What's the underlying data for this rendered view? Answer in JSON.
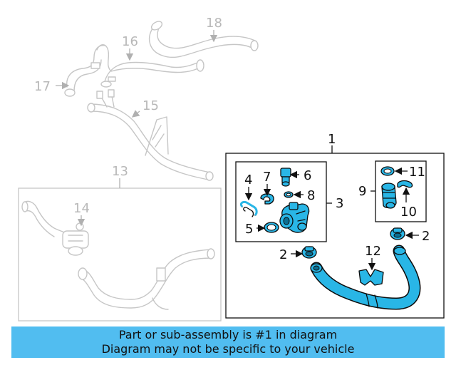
{
  "callouts": {
    "c1": "1",
    "c2a": "2",
    "c2b": "2",
    "c3": "3",
    "c4": "4",
    "c5": "5",
    "c6": "6",
    "c7": "7",
    "c8": "8",
    "c9": "9",
    "c10": "10",
    "c11": "11",
    "c12": "12",
    "c13": "13",
    "c14": "14",
    "c15": "15",
    "c16": "16",
    "c17": "17",
    "c18": "18"
  },
  "colors": {
    "highlight_part": "#29b6e6",
    "banner": "#51bdf0",
    "ghost_part": "#c6c6c6"
  },
  "banner": {
    "line1": "Part or sub-assembly is #1 in diagram",
    "line2": "Diagram may not be specific to your vehicle"
  }
}
